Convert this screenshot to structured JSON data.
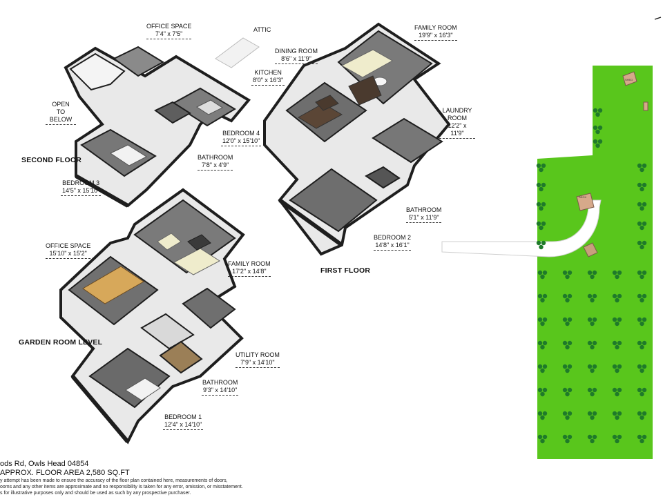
{
  "floors": {
    "second": "SECOND FLOOR",
    "first": "FIRST FLOOR",
    "garden": "GARDEN ROOM LEVEL"
  },
  "rooms": {
    "office_space_2": {
      "name": "OFFICE SPACE",
      "dims": "7'4\" x 7'5\""
    },
    "attic": {
      "name": "ATTIC"
    },
    "open_below": {
      "name": "OPEN TO BELOW"
    },
    "bedroom4": {
      "name": "BEDROOM 4",
      "dims": "12'0\" x 15'10\""
    },
    "bathroom2f": {
      "name": "BATHROOM",
      "dims": "7'8\" x 4'9\""
    },
    "bedroom3": {
      "name": "BEDROOM 3",
      "dims": "14'5\" x 15'10\""
    },
    "dining": {
      "name": "DINING ROOM",
      "dims": "8'6\" x 11'9\""
    },
    "kitchen": {
      "name": "KITCHEN",
      "dims": "8'0\" x 16'3\""
    },
    "family_room_1": {
      "name": "FAMILY ROOM",
      "dims": "19'9\" x 16'3\""
    },
    "laundry": {
      "name": "LAUNDRY ROOM",
      "dims": "12'2\" x 11'9\""
    },
    "bathroom1f": {
      "name": "BATHROOM",
      "dims": "5'1\" x 11'9\""
    },
    "bedroom2": {
      "name": "BEDROOM 2",
      "dims": "14'8\" x 16'1\""
    },
    "office_space_g": {
      "name": "OFFICE SPACE",
      "dims": "15'10\" x 15'2\""
    },
    "family_room_g": {
      "name": "FAMILY ROOM",
      "dims": "17'2\" x 14'8\""
    },
    "utility": {
      "name": "UTILITY ROOM",
      "dims": "7'9\" x 14'10\""
    },
    "bathroom_g": {
      "name": "BATHROOM",
      "dims": "9'3\" x 14'10\""
    },
    "bedroom1": {
      "name": "BEDROOM 1",
      "dims": "12'4\" x 14'10\""
    }
  },
  "site": {
    "shed_label": "SHED",
    "deck_label": "DECK"
  },
  "footer": {
    "address": "ods Rd, Owls Head 04854",
    "area": "APPROX. FLOOR AREA 2,580 SQ.FT",
    "disclaimer1": "y attempt has been made to ensure the accuracy of the floor plan contained here, measurements of doors,",
    "disclaimer2": "ooms and any other items are approximate and no responsibility is taken for any error, omission, or misstatement.",
    "disclaimer3": "s for illustrative purposes only and should be used as such by any prospective purchaser."
  },
  "colors": {
    "wall": "#2b2b2b",
    "floor": "#6e6e6e",
    "floor_light": "#8a8a8a",
    "wall_face": "#e9e9e9",
    "lawn": "#59c61c",
    "tree": "#1f7a2a",
    "driveway": "#ffffff"
  }
}
